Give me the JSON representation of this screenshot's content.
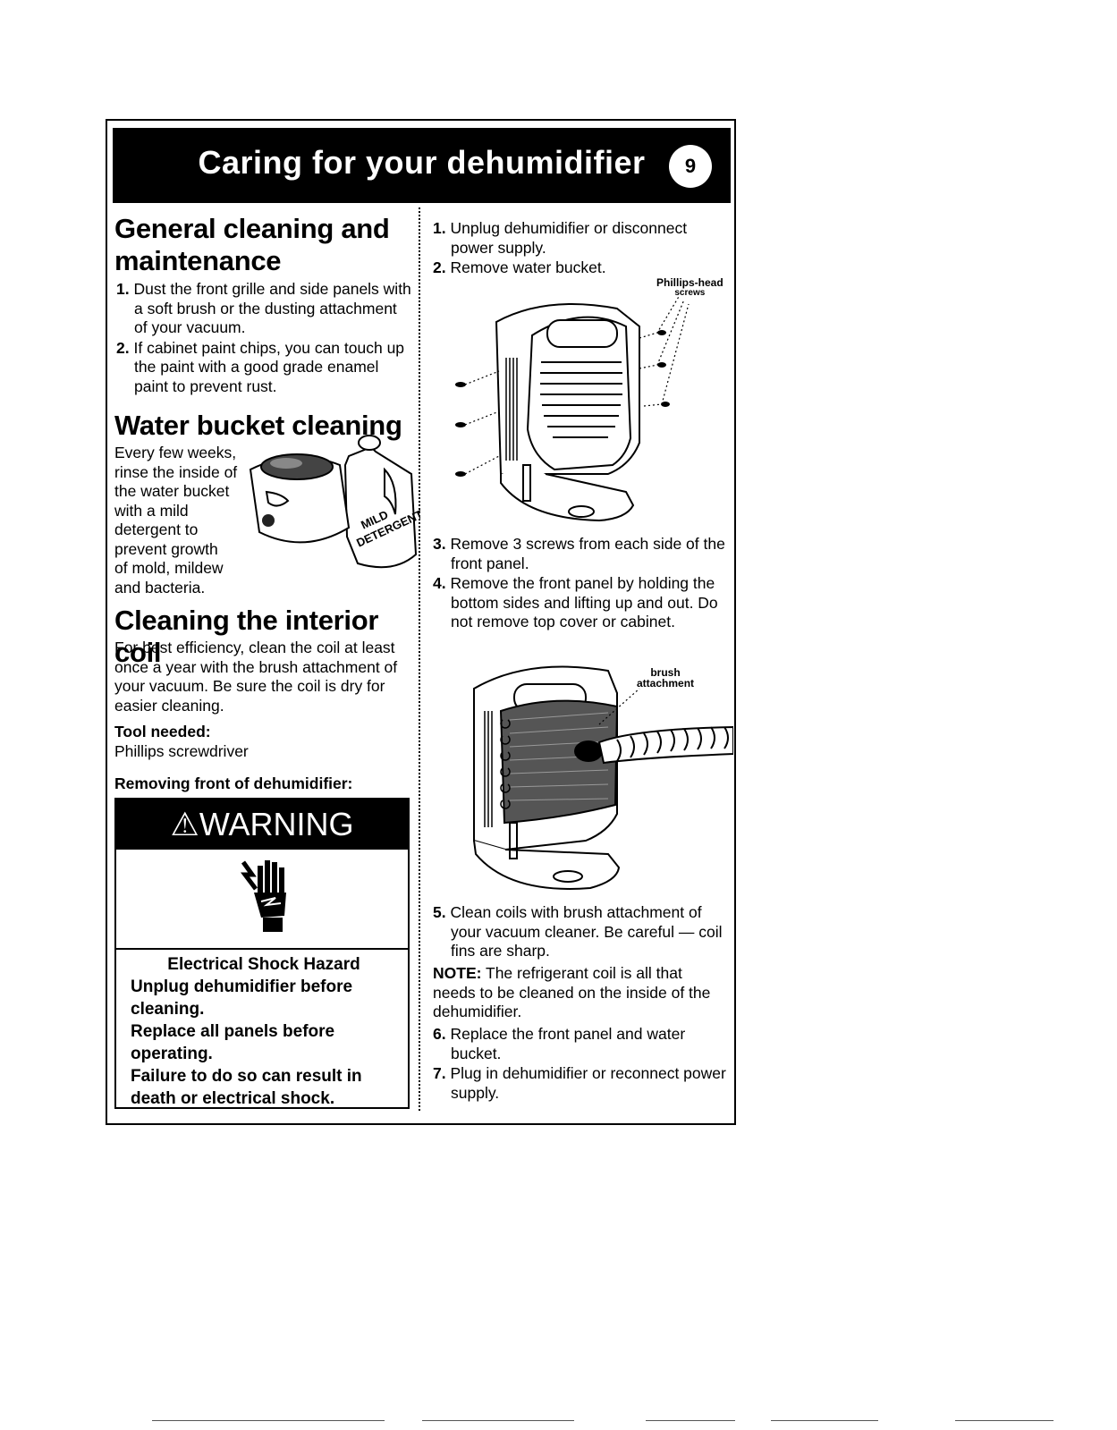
{
  "header": {
    "title": "Caring for your dehumidifier",
    "page_number": "9"
  },
  "left_column": {
    "general": {
      "heading": "General cleaning and maintenance",
      "steps": [
        {
          "num": "1.",
          "text": "Dust the front grille and side panels with a soft brush or the dusting attachment of your vacuum."
        },
        {
          "num": "2.",
          "text": "If cabinet paint chips, you can touch up the paint with a good grade enamel paint to prevent rust."
        }
      ]
    },
    "bucket": {
      "heading": "Water bucket cleaning",
      "lines": [
        "Every few weeks,",
        "rinse the inside of",
        "the water bucket",
        "with a mild",
        "detergent to",
        "prevent growth",
        "of mold, mildew",
        "and bacteria."
      ],
      "bottle_label_1": "MILD",
      "bottle_label_2": "DETERGENT"
    },
    "coil": {
      "heading": "Cleaning the interior coil",
      "text": "For best efficiency, clean the coil at least once a year with the brush attachment of your vacuum. Be sure the coil is dry for easier cleaning.",
      "tool_label": "Tool needed:",
      "tool": "Phillips screwdriver",
      "removing_label": "Removing front of dehumidifier:"
    },
    "warning": {
      "title": "WARNING",
      "hazard": "Electrical Shock Hazard",
      "lines": [
        "Unplug dehumidifier before cleaning.",
        "Replace all panels before operating.",
        "Failure to do so can result in death or electrical shock."
      ]
    }
  },
  "right_column": {
    "steps_a": [
      {
        "num": "1.",
        "text": "Unplug dehumidifier or disconnect power supply."
      },
      {
        "num": "2.",
        "text": "Remove water bucket."
      }
    ],
    "callout_screws_1": "Phillips-head",
    "callout_screws_2": "screws",
    "steps_b": [
      {
        "num": "3.",
        "text": "Remove 3 screws from each side of the front panel."
      },
      {
        "num": "4.",
        "text": "Remove the front panel by holding the bottom sides and lifting up and out. Do not remove top cover or cabinet."
      }
    ],
    "callout_brush_1": "brush",
    "callout_brush_2": "attachment",
    "steps_c": [
      {
        "num": "5.",
        "text": "Clean coils with brush attachment of your vacuum cleaner. Be careful — coil fins are sharp."
      }
    ],
    "note_label": "NOTE:",
    "note_text": "The refrigerant coil is all that needs to be cleaned on the inside of the dehumidifier.",
    "steps_d": [
      {
        "num": "6.",
        "text": "Replace the front panel and water bucket."
      },
      {
        "num": "7.",
        "text": "Plug in dehumidifier or reconnect power supply."
      }
    ]
  }
}
